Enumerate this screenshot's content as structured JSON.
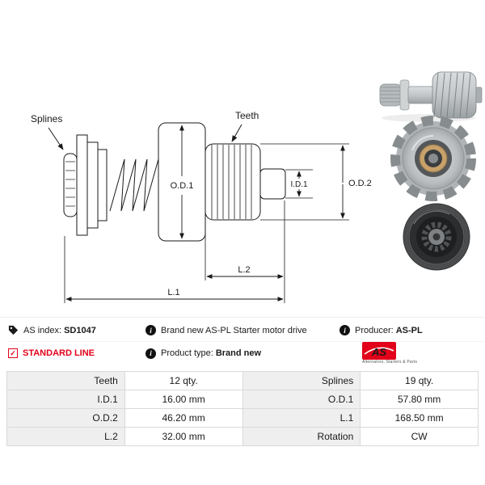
{
  "drawing": {
    "labels": {
      "splines": "Splines",
      "teeth": "Teeth",
      "od1": "O.D.1",
      "id1": "I.D.1",
      "od2": "O.D.2",
      "l2": "L.2",
      "l1": "L.1"
    }
  },
  "info": {
    "as_index": {
      "label": "AS index:",
      "value": "SD1047"
    },
    "standard_line": "STANDARD LINE",
    "brand_new": "Brand new AS-PL Starter motor drive",
    "product_type": {
      "label": "Product type:",
      "value": "Brand new"
    },
    "producer": {
      "label": "Producer:",
      "value": "AS-PL"
    },
    "logo": {
      "text": "AS",
      "tagline": "Alternators, Starters & Parts"
    },
    "info_icon_glyph": "i",
    "check_icon_glyph": "✓"
  },
  "colors": {
    "accent_red": "#e2001a",
    "line_color": "#1a1a1a",
    "table_label_bg": "#efefef",
    "table_border": "#d9d9d9"
  },
  "spec_table": {
    "rows": [
      {
        "label1": "Teeth",
        "value1": "12 qty.",
        "label2": "Splines",
        "value2": "19 qty."
      },
      {
        "label1": "I.D.1",
        "value1": "16.00 mm",
        "label2": "O.D.1",
        "value2": "57.80 mm"
      },
      {
        "label1": "O.D.2",
        "value1": "46.20 mm",
        "label2": "L.1",
        "value2": "168.50 mm"
      },
      {
        "label1": "L.2",
        "value1": "32.00 mm",
        "label2": "Rotation",
        "value2": "CW"
      }
    ]
  }
}
